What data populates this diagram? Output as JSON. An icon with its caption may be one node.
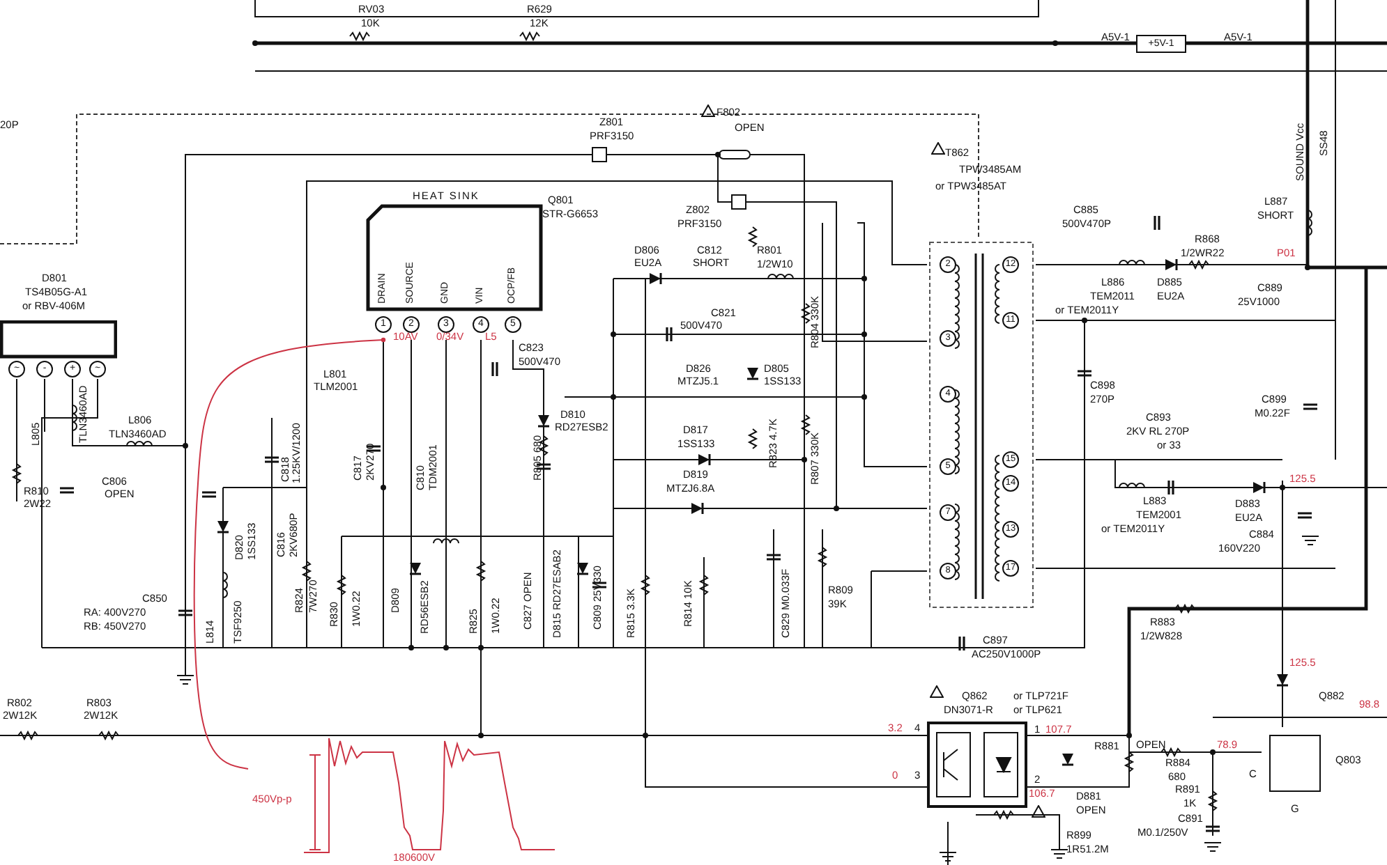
{
  "diagram": {
    "nodes": [
      {
        "text": [
          "HEAT SINK",
          "DRAIN",
          "SOURCE",
          "GND",
          "VIN",
          "OCP/FB",
          "1",
          "2",
          "3",
          "4",
          "5"
        ],
        "beside": [
          "Q801",
          "STR-G6653"
        ]
      },
      {
        "text": [
          "~",
          "-",
          "+",
          "~"
        ],
        "beside": [
          "D801",
          "TS4B05G-A1",
          "or RBV-406M"
        ]
      },
      {
        "text": [
          "2",
          "3",
          "4",
          "5",
          "7",
          "8",
          "12",
          "11",
          "15",
          "14",
          "13",
          "17"
        ],
        "beside": [
          "T862",
          "TPW3485AM",
          "or TPW3485AT"
        ]
      },
      {
        "text": [],
        "shape": "box",
        "beside": [
          "Q862",
          "DN3071-R",
          "or TLP721F",
          "or TLP621"
        ]
      },
      {
        "text": [],
        "shape": "box",
        "beside": [
          "Q803"
        ]
      },
      {
        "text": [
          "+5V-1"
        ]
      },
      {
        "text": [],
        "shape": "picture"
      }
    ],
    "edges": [
      {
        "from": 6,
        "to": 0,
        "arrow": "other",
        "color": "#cc3344"
      }
    ],
    "labels": [
      "RV03",
      "10K",
      "R629",
      "12K",
      "A5V-1",
      "A5V-1",
      "20P",
      "Z801",
      "PRF3150",
      "F802",
      "OPEN",
      "Z802",
      "PRF3150",
      "D806",
      "EU2A",
      "C812",
      "SHORT",
      "R801",
      "1/2W10",
      "C821",
      "500V470",
      "C823",
      "500V470",
      "D826",
      "MTZJ5.1",
      "D805",
      "1SS133",
      "R804 330K",
      "D810",
      "RD27ESB2",
      "R805 680",
      "D817",
      "1SS133",
      "R823 4.7K",
      "R807 330K",
      "D819",
      "MTZJ6.8A",
      "L801",
      "TLM2001",
      "C818",
      "1.25KV/1200",
      "C817",
      "2KV270",
      "C810",
      "TDM2001",
      "C816",
      "2KV680P",
      "D820",
      "1SS133",
      "L814",
      "TSF9250",
      "R824",
      "7W270",
      "R830",
      "1W0.22",
      "D809",
      "RD56ESB2",
      "R825",
      "1W0.22",
      "C827 OPEN",
      "D815 RD27ESAB2",
      "C809 25V330",
      "R815 3.3K",
      "R814 10K",
      "C829 M0.033F",
      "R809",
      "39K",
      "C885",
      "500V470P",
      "R868",
      "1/2WR22",
      "P01",
      "L886",
      "TEM2011",
      "or TEM2011Y",
      "D885",
      "EU2A",
      "L887",
      "SHORT",
      "SOUND Vcc",
      "SS48",
      "C889",
      "25V1000",
      "C898",
      "270P",
      "C899",
      "M0.22F",
      "C893",
      "2KV RL 270P",
      "or 33",
      "L883",
      "TEM2001",
      "or TEM2011Y",
      "D883",
      "EU2A",
      "C884",
      "160V220",
      "125.5",
      "R883",
      "1/2W828",
      "C897",
      "AC250V1000P",
      "3.2",
      "4",
      "0",
      "3",
      "1",
      "2",
      "107.7",
      "106.7",
      "R899",
      "1R51.2M",
      "D881",
      "OPEN",
      "R881",
      "OPEN",
      "R884",
      "680",
      "78.9",
      "R891",
      "1K",
      "C891",
      "M0.1/250V",
      "125.5",
      "Q882",
      "98.8",
      "C",
      "G",
      "450Vp-p",
      "180600V",
      "10AV",
      "0/34V",
      "L5",
      "L805",
      "TLN3460AD",
      "L806",
      "TLN3460AD",
      "R810",
      "2W22",
      "C806",
      "OPEN",
      "C850",
      "RA: 400V270",
      "RB: 450V270",
      "R802",
      "2W12K",
      "R803",
      "2W12K"
    ]
  }
}
